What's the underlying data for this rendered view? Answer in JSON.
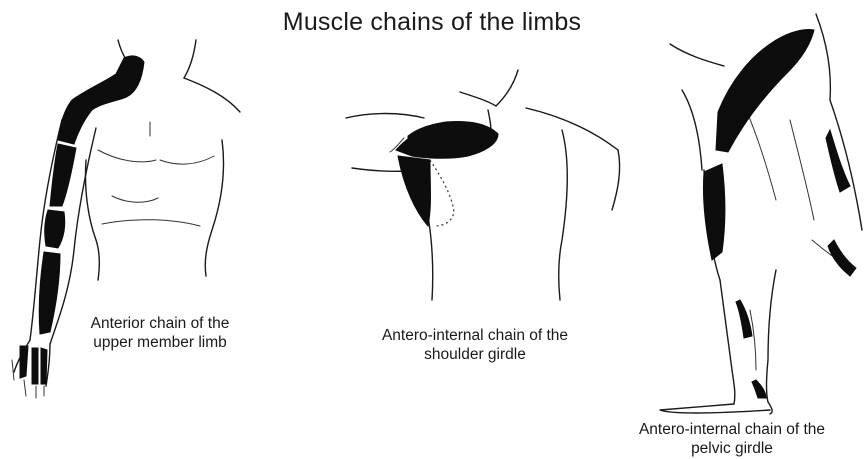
{
  "title": "Muscle chains of the limbs",
  "figures": [
    {
      "caption_lines": [
        "Anterior chain of the",
        "upper member limb"
      ]
    },
    {
      "caption_lines": [
        "Antero-internal chain of the",
        "shoulder girdle"
      ]
    },
    {
      "caption_lines": [
        "Antero-internal chain of the",
        "pelvic girdle"
      ]
    }
  ],
  "colors": {
    "ink": "#1a1a1a",
    "muscle": "#0d0d0d",
    "background": "#ffffff"
  }
}
